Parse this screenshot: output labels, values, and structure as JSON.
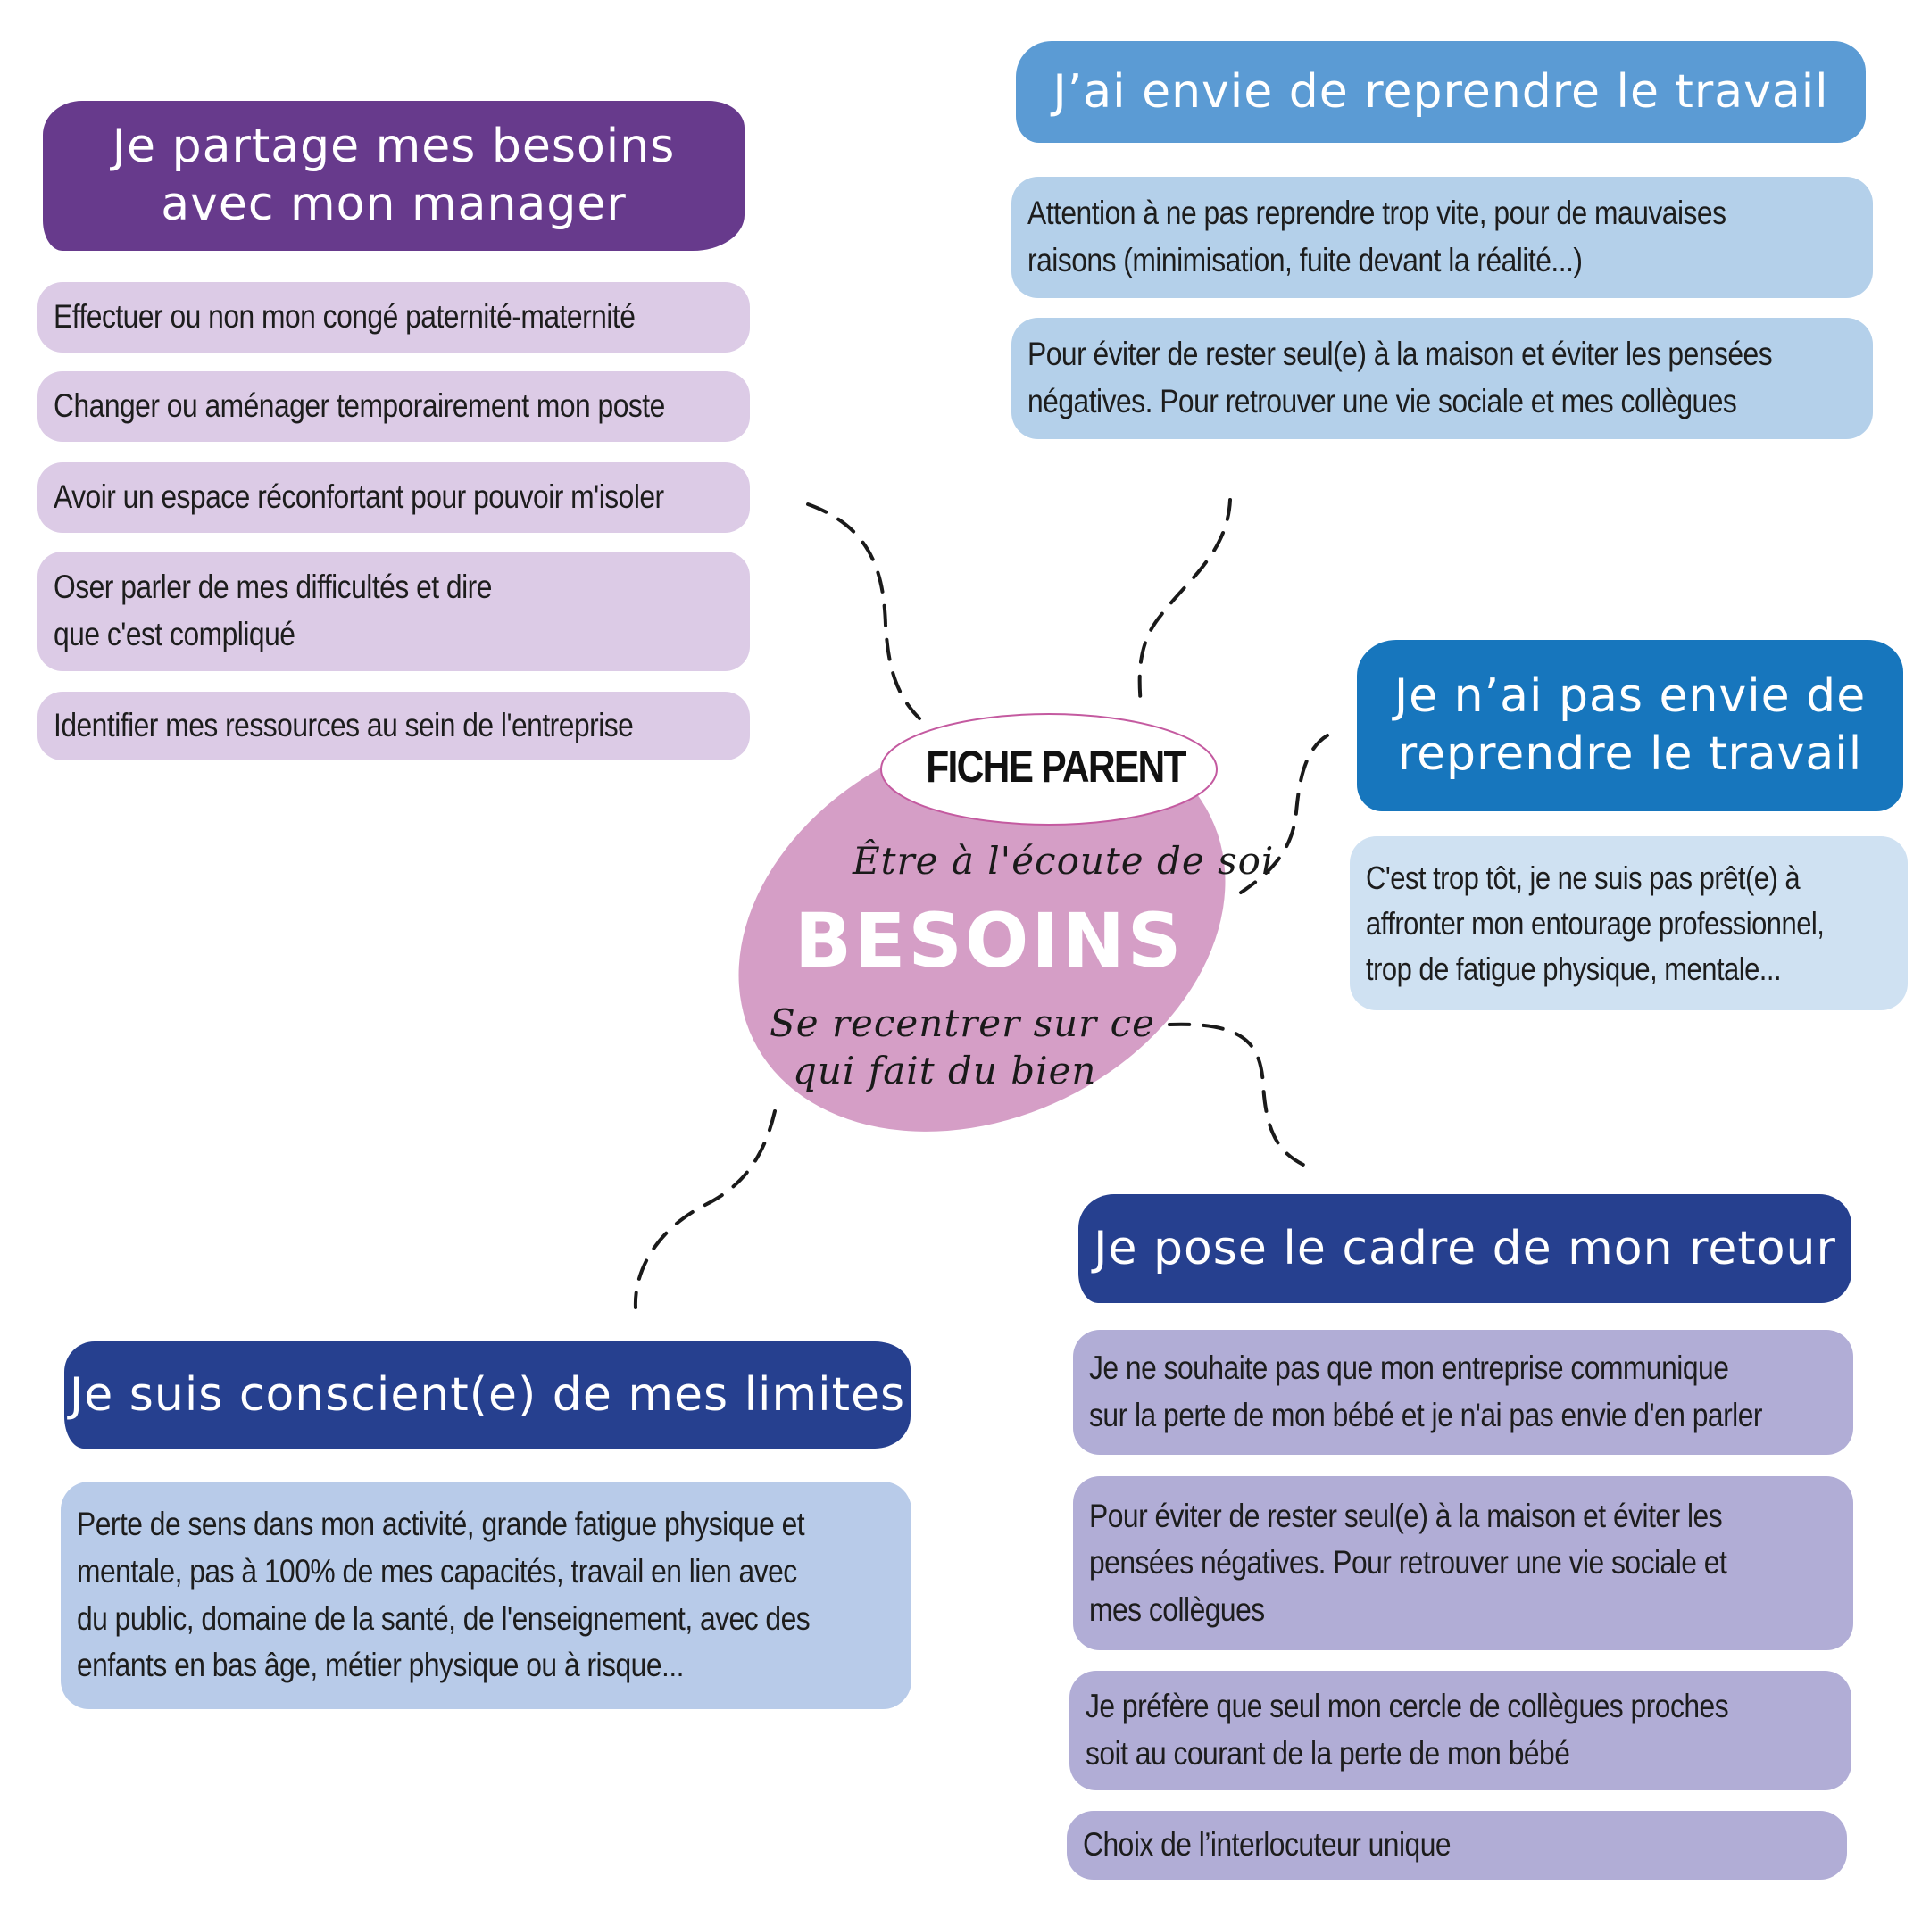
{
  "center": {
    "label": "FICHE PARENT",
    "tagline_top": "Être à l'écoute de soi",
    "title": "BESOINS",
    "tagline_bottom_1": "Se recentrer sur ce",
    "tagline_bottom_2": "qui fait du bien"
  },
  "colors": {
    "purple_header": "#673a8c",
    "purple_item": "#dccbe6",
    "light_blue_header": "#5b9bd4",
    "light_blue_item": "#b4d0ea",
    "blue_header": "#1776bd",
    "blue_item": "#cfe1f2",
    "navy_header": "#26408f",
    "navy_item_light": "#b8cbe9",
    "lavender_item": "#b1add6",
    "center_ellipse": "#d59ec6"
  },
  "branches": {
    "share_needs": {
      "title_1": "Je partage mes besoins",
      "title_2": "avec mon manager",
      "items": [
        "Effectuer ou non mon congé paternité-maternité",
        "Changer ou aménager temporairement mon poste",
        "Avoir un espace réconfortant pour pouvoir m'isoler",
        "Oser parler de mes difficultés et dire",
        "que c'est compliqué",
        "Identifier mes ressources au sein de l'entreprise"
      ]
    },
    "want_return": {
      "title": "J’ai envie de reprendre le travail",
      "items": [
        "Attention à ne pas reprendre trop vite, pour de mauvaises",
        "raisons (minimisation, fuite devant la réalité...)",
        "Pour éviter de rester seul(e) à la maison et éviter les pensées",
        "négatives. Pour retrouver une vie sociale et mes collègues"
      ]
    },
    "no_return": {
      "title_1": "Je n’ai pas envie de",
      "title_2": "reprendre le travail",
      "items": [
        "C'est trop tôt, je ne suis pas prêt(e) à",
        "affronter mon entourage professionnel,",
        "trop de fatigue physique, mentale..."
      ]
    },
    "limits": {
      "title": "Je suis conscient(e) de mes limites",
      "items": [
        "Perte de sens dans mon activité, grande fatigue physique et",
        "mentale, pas à 100% de mes capacités, travail en lien avec",
        "du public, domaine de la santé, de l'enseignement, avec des",
        "enfants en bas âge, métier physique ou à risque..."
      ]
    },
    "frame": {
      "title": "Je pose le cadre de mon retour",
      "items": [
        "Je ne souhaite pas que mon entreprise communique",
        "sur la perte de mon bébé et je n'ai pas envie d'en parler",
        "Pour éviter de rester seul(e) à la maison et éviter les",
        "pensées négatives. Pour retrouver une vie sociale et",
        "mes collègues",
        "Je préfère que seul mon cercle de collègues proches",
        "soit au courant de la perte de mon bébé",
        "Choix de l’interlocuteur unique"
      ]
    }
  }
}
